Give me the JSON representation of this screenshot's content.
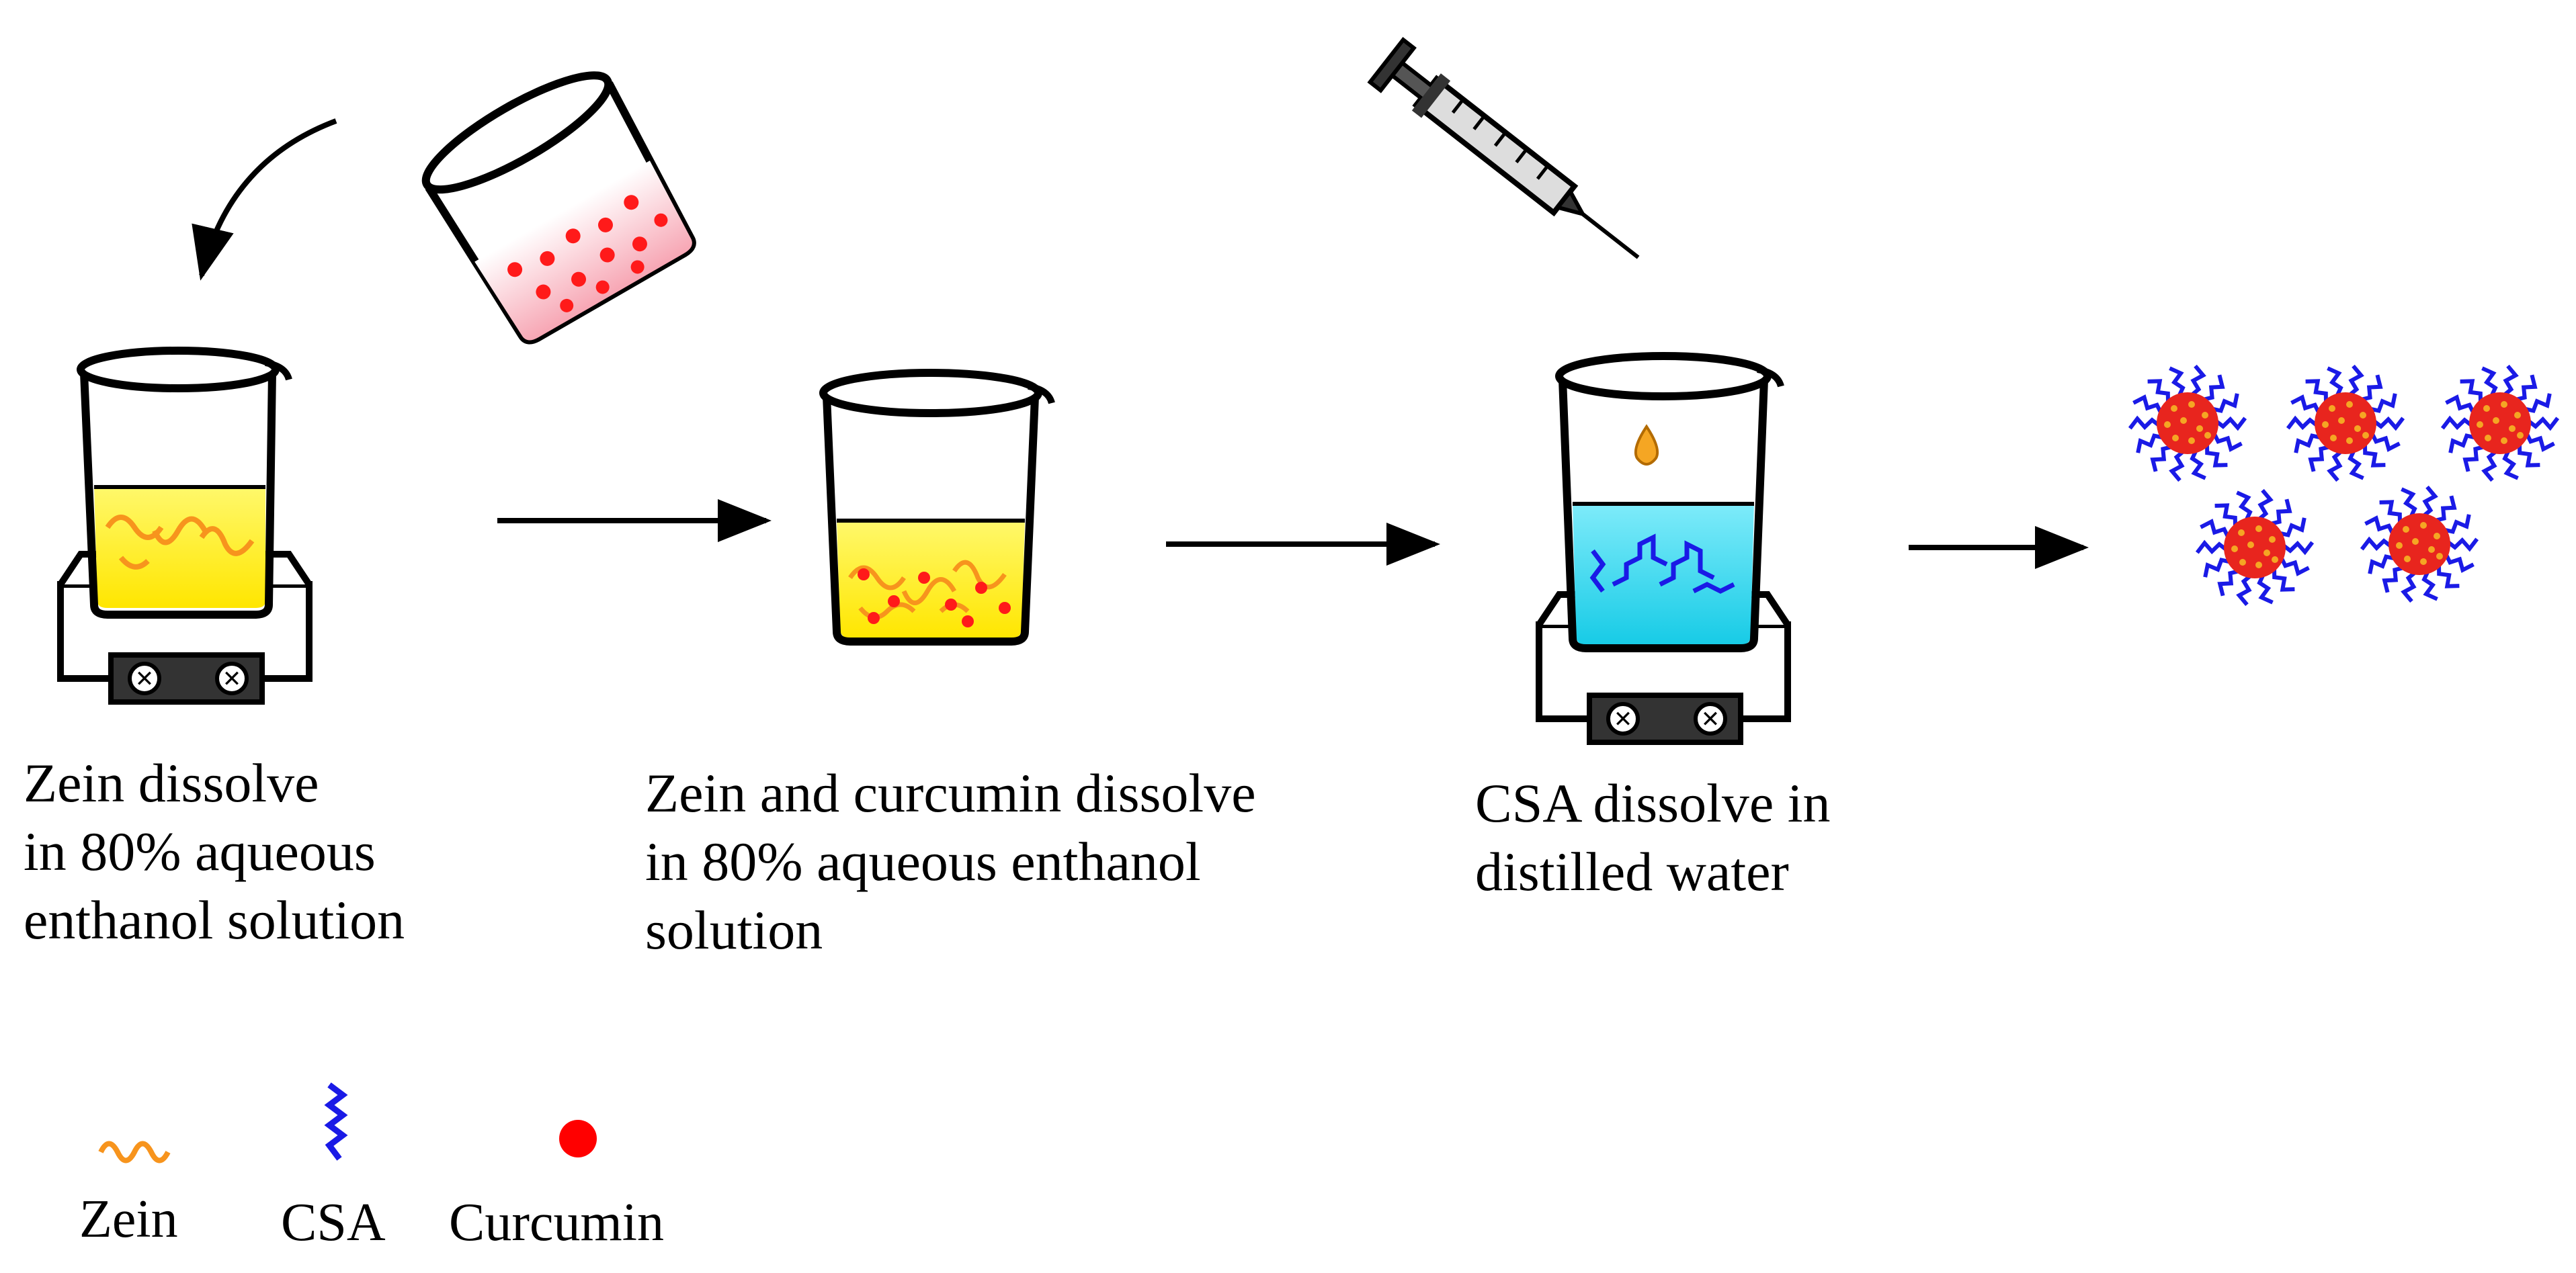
{
  "steps": [
    {
      "caption": "Zein dissolve\nin 80% aqueous\nenthanol solution"
    },
    {
      "caption": "Zein and curcumin dissolve\nin 80% aqueous enthanol\n solution"
    },
    {
      "caption": "CSA dissolve in\ndistilled water"
    }
  ],
  "legend": {
    "zein": "Zein",
    "csa": "CSA",
    "curcumin": "Curcumin"
  },
  "colors": {
    "zein_solution": "#FFF200",
    "zein_chain": "#F7941D",
    "csa_solution": "#2ED7F0",
    "csa_chain": "#1A1AE6",
    "curcumin": "#FF0000",
    "nanoparticle_core": "#E8251E",
    "nanoparticle_dots": "#F5A623",
    "outline": "#000000"
  },
  "icons": [
    "beaker-icon",
    "stirrer-hotplate-icon",
    "syringe-icon",
    "arrow-icon",
    "nanoparticle-icon"
  ]
}
